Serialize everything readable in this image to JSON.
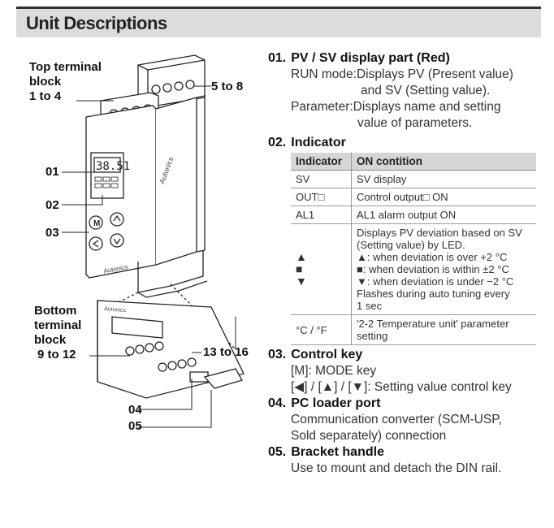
{
  "header": {
    "title": "Unit Descriptions"
  },
  "figure": {
    "labels": {
      "top_block": "Top terminal block",
      "top_block_l1": "Top terminal",
      "top_block_l2": "block",
      "top_block_l3": "1 to 4",
      "t5_8": "5 to 8",
      "n01": "01",
      "n02": "02",
      "n03": "03",
      "bottom_l1": "Bottom",
      "bottom_l2": "terminal",
      "bottom_l3": "block",
      "bottom_l4": "9 to 12",
      "t13_16": "13 to 16",
      "n04": "04",
      "n05": "05"
    },
    "display_value": "38.51",
    "key_m": "M",
    "brand": "Autonics"
  },
  "sections": {
    "s01": {
      "num": "01.",
      "title": "PV / SV display part (Red)",
      "run_key": "RUN mode: ",
      "run_l1": "Displays PV (Present value)",
      "run_l2": "and SV (Setting value).",
      "param_key": "Parameter: ",
      "param_l1": "Displays name and setting",
      "param_l2": "value of parameters."
    },
    "s02": {
      "num": "02.",
      "title": "Indicator",
      "col1": "Indicator",
      "col2": "ON contition",
      "rows": [
        {
          "ind": "SV",
          "desc": "SV display"
        },
        {
          "ind": "OUT□",
          "desc": "Control output□ ON"
        },
        {
          "ind": "AL1",
          "desc": "AL1 alarm output ON"
        }
      ],
      "dev_symbols": [
        "▲",
        "■",
        "▼"
      ],
      "dev_desc": [
        "Displays PV deviation based on SV",
        "(Setting value) by LED.",
        "▲: when deviation is over +2 °C",
        "■: when deviation is within ±2 °C",
        "▼: when deviation is under −2 °C",
        "Flashes during auto tuning every",
        "1 sec"
      ],
      "unit_ind": "°C / °F",
      "unit_desc_l1": "'2-2 Temperature unit' parameter",
      "unit_desc_l2": "setting"
    },
    "s03": {
      "num": "03.",
      "title": "Control key",
      "l1": "[M]: MODE key",
      "l2": "[◀] / [▲] / [▼]: Setting value control key"
    },
    "s04": {
      "num": "04.",
      "title": "PC loader port",
      "l1": "Communication converter (SCM-USP,",
      "l2": "Sold separately) connection"
    },
    "s05": {
      "num": "05.",
      "title": "Bracket handle",
      "l1": "Use to mount and detach the DIN rail."
    }
  }
}
